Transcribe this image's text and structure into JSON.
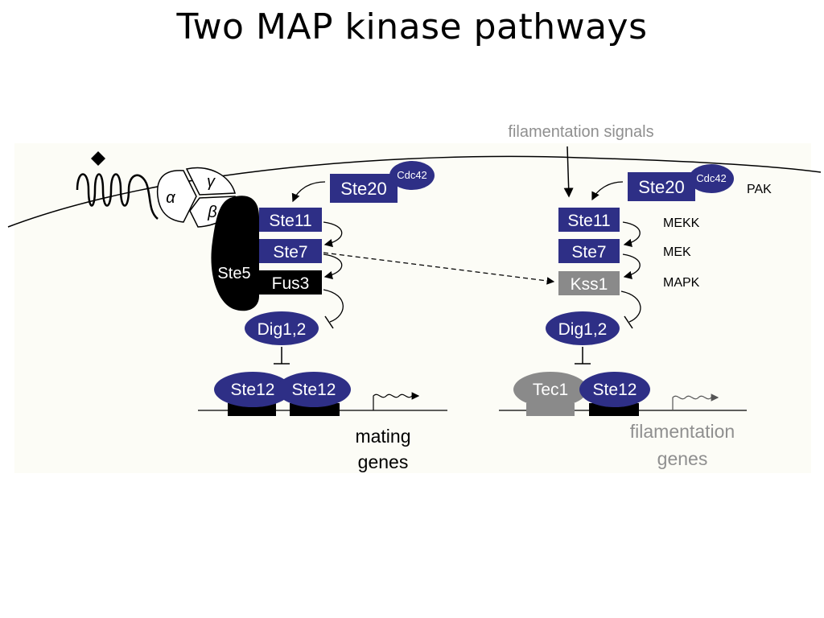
{
  "title": "Two MAP kinase pathways",
  "signals_label": "filamentation signals",
  "receptor": {
    "alpha": "α",
    "beta": "β",
    "gamma": "γ"
  },
  "scaffold": "Ste5",
  "mating": {
    "ste20": "Ste20",
    "cdc42": "Cdc42",
    "ste11": "Ste11",
    "ste7": "Ste7",
    "fus3": "Fus3",
    "dig": "Dig1,2",
    "ste12_a": "Ste12",
    "ste12_b": "Ste12",
    "genes_line1": "mating",
    "genes_line2": "genes"
  },
  "filamentation": {
    "ste20": "Ste20",
    "cdc42": "Cdc42",
    "ste11": "Ste11",
    "ste7": "Ste7",
    "kss1": "Kss1",
    "dig": "Dig1,2",
    "tec1": "Tec1",
    "ste12": "Ste12",
    "genes_line1": "filamentation",
    "genes_line2": "genes"
  },
  "legend": {
    "pak": "PAK",
    "mekk": "MEKK",
    "mek": "MEK",
    "mapk": "MAPK"
  },
  "colors": {
    "navy": "#2e2f86",
    "gray": "#8a8a8a",
    "black": "#000000",
    "label_gray": "#8f8f8f"
  }
}
